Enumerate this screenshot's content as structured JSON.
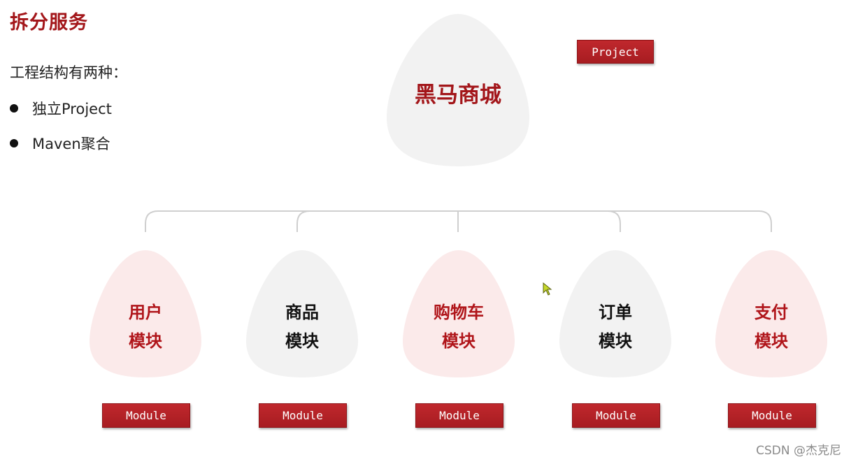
{
  "title": "拆分服务",
  "intro": "工程结构有两种：",
  "bullets": [
    "独立Project",
    "Maven聚合"
  ],
  "root": {
    "label": "黑马商城",
    "tag": "Project"
  },
  "modules": [
    {
      "line1": "用户",
      "line2": "模块",
      "tag": "Module",
      "style": "red"
    },
    {
      "line1": "商品",
      "line2": "模块",
      "tag": "Module",
      "style": "dark"
    },
    {
      "line1": "购物车",
      "line2": "模块",
      "tag": "Module",
      "style": "red"
    },
    {
      "line1": "订单",
      "line2": "模块",
      "tag": "Module",
      "style": "dark"
    },
    {
      "line1": "支付",
      "line2": "模块",
      "tag": "Module",
      "style": "red"
    }
  ],
  "watermark": "CSDN @杰克尼",
  "colors": {
    "accent": "#a3161a",
    "tag_bg": "#b82226",
    "pink_node": "#fbeaea",
    "gray_node": "#f2f2f2",
    "connector": "#cfcfcf"
  }
}
